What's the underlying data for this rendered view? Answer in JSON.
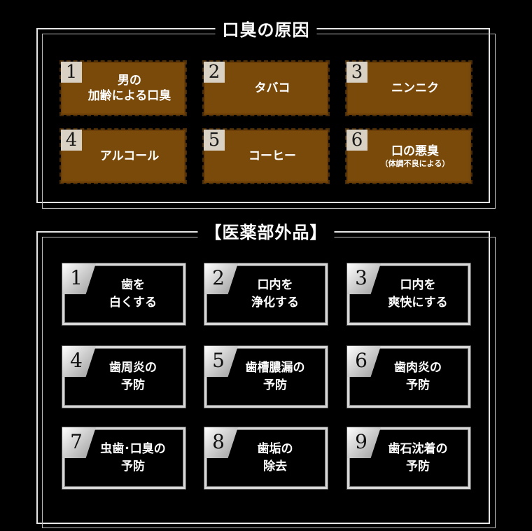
{
  "section1": {
    "title": "口臭の原因",
    "cards": [
      {
        "num": "1",
        "line1": "男の",
        "line2": "加齢による口臭",
        "sub": ""
      },
      {
        "num": "2",
        "line1": "タバコ",
        "line2": "",
        "sub": ""
      },
      {
        "num": "3",
        "line1": "ニンニク",
        "line2": "",
        "sub": ""
      },
      {
        "num": "4",
        "line1": "アルコール",
        "line2": "",
        "sub": ""
      },
      {
        "num": "5",
        "line1": "コーヒー",
        "line2": "",
        "sub": ""
      },
      {
        "num": "6",
        "line1": "口の悪臭",
        "line2": "",
        "sub": "（体調不良による）"
      }
    ]
  },
  "section2": {
    "title": "【医薬部外品】",
    "cards": [
      {
        "num": "1",
        "line1": "歯を",
        "line2": "白くする"
      },
      {
        "num": "2",
        "line1": "口内を",
        "line2": "浄化する"
      },
      {
        "num": "3",
        "line1": "口内を",
        "line2": "爽快にする"
      },
      {
        "num": "4",
        "line1": "歯周炎の",
        "line2": "予防"
      },
      {
        "num": "5",
        "line1": "歯槽膿漏の",
        "line2": "予防"
      },
      {
        "num": "6",
        "line1": "歯肉炎の",
        "line2": "予防"
      },
      {
        "num": "7",
        "line1": "虫歯･口臭の",
        "line2": "予防"
      },
      {
        "num": "8",
        "line1": "歯垢の",
        "line2": "除去"
      },
      {
        "num": "9",
        "line1": "歯石沈着の",
        "line2": "予防"
      }
    ]
  }
}
